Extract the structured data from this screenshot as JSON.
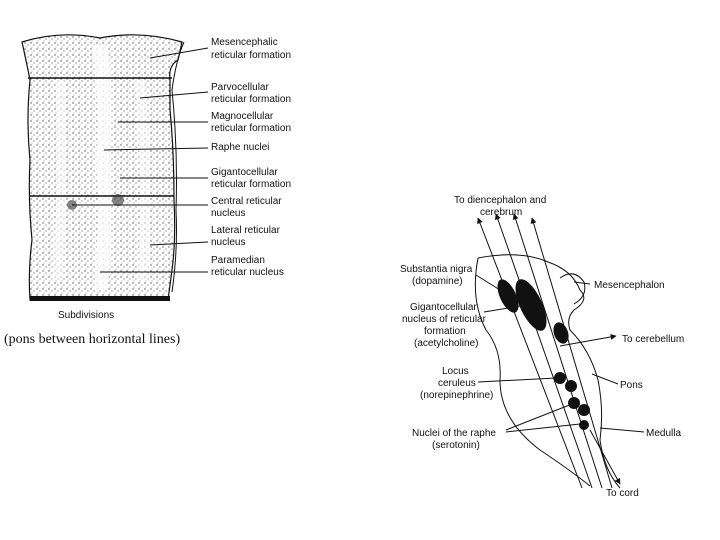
{
  "left_diagram": {
    "labels": {
      "mesencephalic_1": "Mesencephalic",
      "mesencephalic_2": "reticular formation",
      "parvocellular_1": "Parvocellular",
      "parvocellular_2": "reticular formation",
      "magnocellular_1": "Magnocellular",
      "magnocellular_2": "reticular formation",
      "raphe": "Raphe nuclei",
      "giganto_1": "Gigantocellular",
      "giganto_2": "reticular formation",
      "central_1": "Central reticular",
      "central_2": "nucleus",
      "lateral_1": "Lateral reticular",
      "lateral_2": "nucleus",
      "paramedian_1": "Paramedian",
      "paramedian_2": "reticular nucleus"
    },
    "subdivisions": "Subdivisions",
    "caption": "(pons between horizontal lines)"
  },
  "right_diagram": {
    "labels": {
      "to_dien_1": "To diencephalon and",
      "to_dien_2": "cerebrum",
      "substantia_1": "Substantia nigra",
      "substantia_2": "(dopamine)",
      "mesencephalon": "Mesencephalon",
      "giganto_1": "Gigantocellular",
      "giganto_2": "nucleus of reticular",
      "giganto_3": "formation",
      "giganto_4": "(acetylcholine)",
      "to_cerebellum": "To cerebellum",
      "locus_1": "Locus",
      "locus_2": "ceruleus",
      "locus_3": "(norepinephrine)",
      "pons": "Pons",
      "raphe_1": "Nuclei of the raphe",
      "raphe_2": "(serotonin)",
      "medulla": "Medulla",
      "to_cord": "To cord"
    }
  }
}
